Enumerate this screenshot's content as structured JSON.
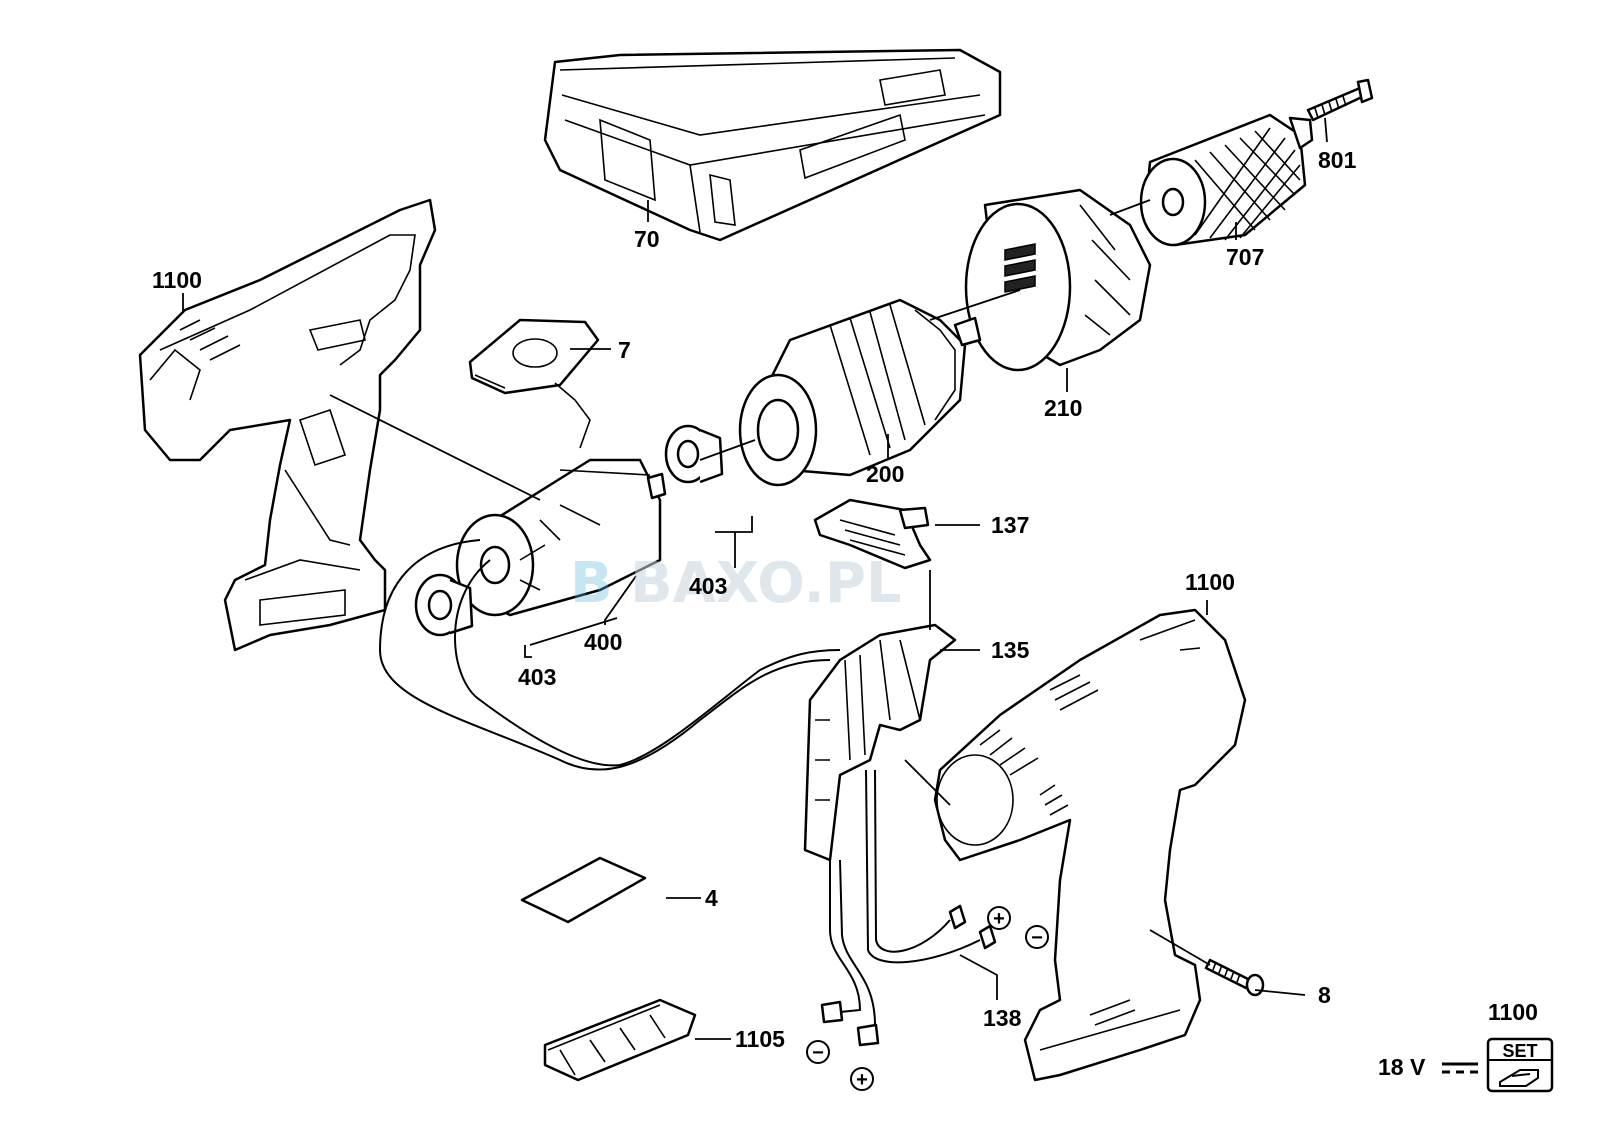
{
  "watermark": {
    "text_icon": "B",
    "text": "BAXO.PL"
  },
  "parts": {
    "p1100_left": "1100",
    "p7": "7",
    "p70": "70",
    "p801": "801",
    "p707": "707",
    "p210": "210",
    "p200": "200",
    "p403_top": "403",
    "p400": "400",
    "p403_bottom": "403",
    "p137": "137",
    "p135": "135",
    "p1100_right": "1100",
    "p4": "4",
    "p138": "138",
    "p8": "8",
    "p1105": "1105",
    "p1100_set": "1100"
  },
  "set_badge": {
    "text": "SET"
  },
  "voltage": {
    "text": "18 V"
  },
  "polarity": {
    "plus": "+",
    "minus": "−"
  },
  "colors": {
    "ink": "#000000",
    "watermark": "#5fb8df"
  }
}
